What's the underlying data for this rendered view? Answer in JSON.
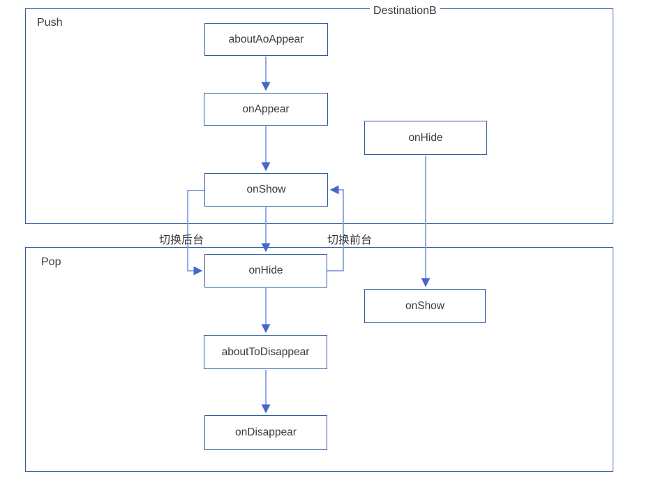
{
  "diagram": {
    "containers": {
      "push": {
        "label": "Push"
      },
      "pop": {
        "label": "Pop"
      }
    },
    "destination_label": "DestinationB",
    "nodes": {
      "about_to_appear": {
        "label": "aboutAoAppear"
      },
      "on_appear": {
        "label": "onAppear"
      },
      "on_show_push": {
        "label": "onShow"
      },
      "on_hide_destination": {
        "label": "onHide"
      },
      "on_hide_pop": {
        "label": "onHide"
      },
      "on_show_destination": {
        "label": "onShow"
      },
      "about_to_disappear": {
        "label": "aboutToDisappear"
      },
      "on_disappear": {
        "label": "onDisappear"
      }
    },
    "edge_labels": {
      "switch_to_background": "切换后台",
      "switch_to_foreground": "切换前台"
    },
    "colors": {
      "border": "#2f5b9f",
      "arrow_line": "#7f9cdf",
      "arrow_head": "#4468c8",
      "text": "#3a3a3a",
      "bg": "#ffffff"
    }
  }
}
